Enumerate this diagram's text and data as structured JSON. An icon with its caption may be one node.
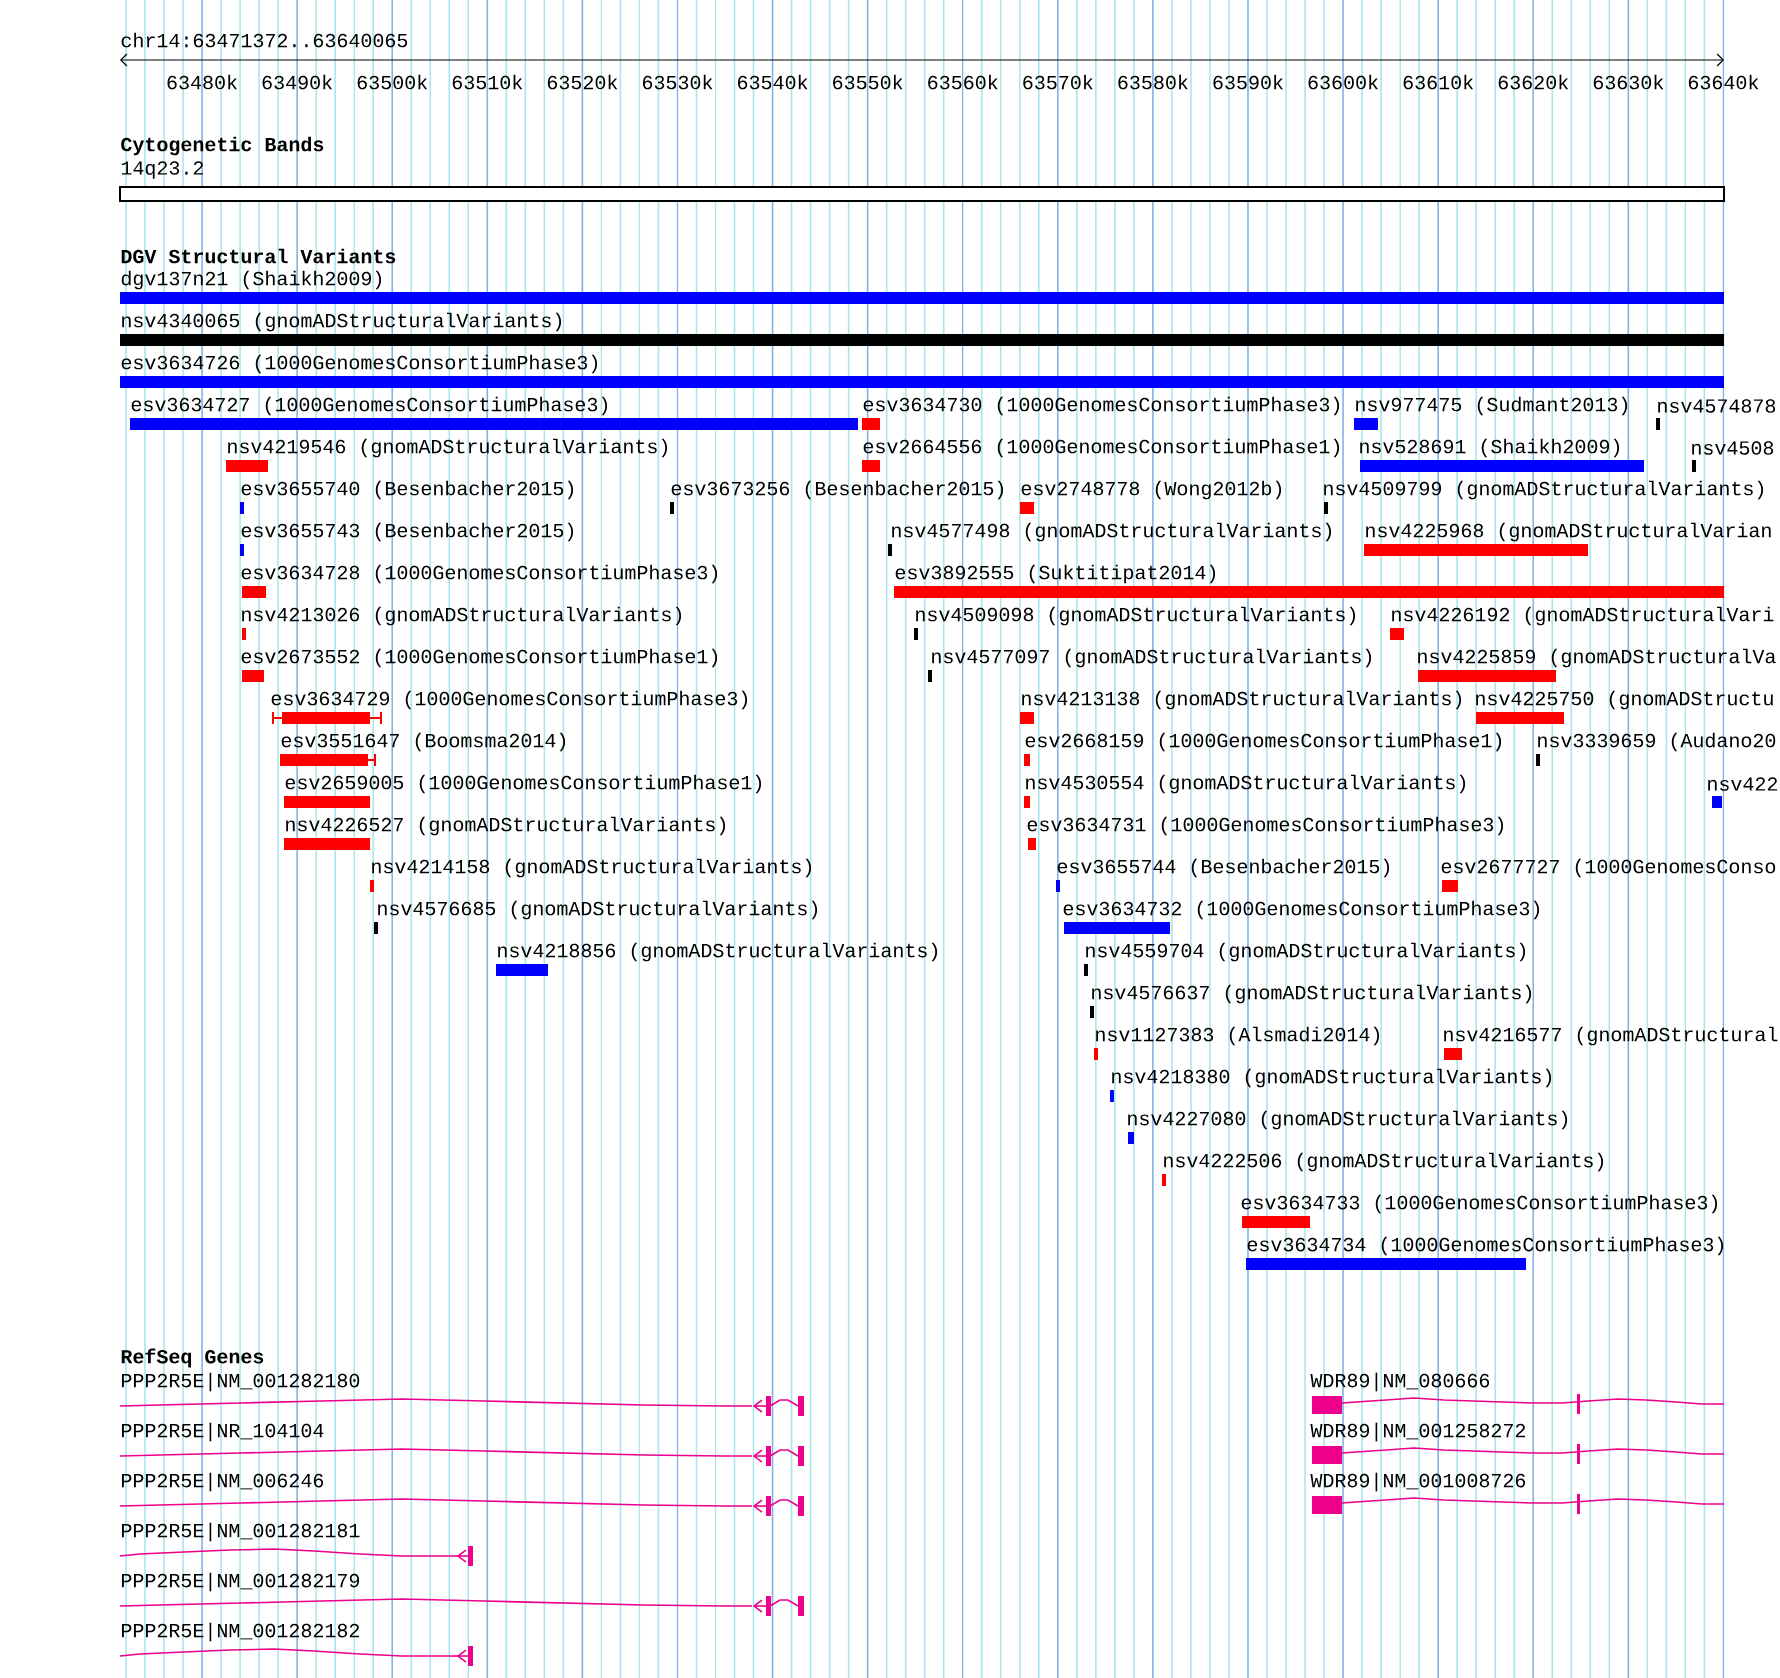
{
  "diagram": {
    "nodes": [
      {
        "text": [
          "14q23.2"
        ]
      },
      {
        "text": [
          "dgv137n21 (Shaikh2009)"
        ]
      },
      {
        "text": [
          "nsv4340065 (gnomADStructuralVariants)"
        ]
      },
      {
        "text": [
          "esv3634726 (1000GenomesConsortiumPhase3)"
        ]
      },
      {
        "text": [
          "esv3634727 (1000GenomesConsortiumPhase3)"
        ]
      },
      {
        "text": [
          "esv3634730 (1000GenomesConsortiumPhase3)"
        ]
      },
      {
        "text": [
          "nsv977475 (Sudmant2013)"
        ]
      },
      {
        "text": [
          "nsv4574878"
        ]
      },
      {
        "text": [
          "nsv4219546 (gnomADStructuralVariants)"
        ]
      },
      {
        "text": [
          "esv2664556 (1000GenomesConsortiumPhase1)"
        ]
      },
      {
        "text": [
          "nsv528691 (Shaikh2009)"
        ]
      },
      {
        "text": [
          "nsv4508"
        ]
      },
      {
        "text": [
          "esv3655740 (Besenbacher2015)"
        ]
      },
      {
        "text": [
          "esv3673256 (Besenbacher2015)"
        ]
      },
      {
        "text": [
          "esv2748778 (Wong2012b)"
        ]
      },
      {
        "text": [
          "nsv4509799 (gnomADStructuralVariants)"
        ]
      },
      {
        "text": [
          "esv3655743 (Besenbacher2015)"
        ]
      },
      {
        "text": [
          "nsv4577498 (gnomADStructuralVariants)"
        ]
      },
      {
        "text": [
          "nsv4225968 (gnomADStructuralVarian"
        ]
      },
      {
        "text": [
          "esv3634728 (1000GenomesConsortiumPhase3)"
        ]
      },
      {
        "text": [
          "esv3892555 (Suktitipat2014)"
        ]
      },
      {
        "text": [
          "nsv4213026 (gnomADStructuralVariants)"
        ]
      },
      {
        "text": [
          "nsv4509098 (gnomADStructuralVariants)"
        ]
      },
      {
        "text": [
          "nsv4226192 (gnomADStructuralVari"
        ]
      },
      {
        "text": [
          "esv2673552 (1000GenomesConsortiumPhase1)"
        ]
      },
      {
        "text": [
          "nsv4577097 (gnomADStructuralVariants)"
        ]
      },
      {
        "text": [
          "nsv4225859 (gnomADStructuralVa"
        ]
      },
      {
        "text": [
          "esv3634729 (1000GenomesConsortiumPhase3)"
        ]
      },
      {
        "text": [
          "nsv4213138 (gnomADStructuralVariants)"
        ]
      },
      {
        "text": [
          "nsv4225750 (gnomADStructu"
        ]
      },
      {
        "text": [
          "esv3551647 (Boomsma2014)"
        ]
      },
      {
        "text": [
          "esv2668159 (1000GenomesConsortiumPhase1)"
        ]
      },
      {
        "text": [
          "nsv3339659 (Audano20"
        ]
      },
      {
        "text": [
          "esv2659005 (1000GenomesConsortiumPhase1)"
        ]
      },
      {
        "text": [
          "nsv4530554 (gnomADStructuralVariants)"
        ]
      },
      {
        "text": [
          "nsv422"
        ]
      },
      {
        "text": [
          "nsv4226527 (gnomADStructuralVariants)"
        ]
      },
      {
        "text": [
          "esv3634731 (1000GenomesConsortiumPhase3)"
        ]
      },
      {
        "text": [
          "nsv4214158 (gnomADStructuralVariants)"
        ]
      },
      {
        "text": [
          "esv3655744 (Besenbacher2015)"
        ]
      },
      {
        "text": [
          "esv2677727 (1000GenomesConso"
        ]
      },
      {
        "text": [
          "nsv4576685 (gnomADStructuralVariants)"
        ]
      },
      {
        "text": [
          "esv3634732 (1000GenomesConsortiumPhase3)"
        ]
      },
      {
        "text": [
          "nsv4218856 (gnomADStructuralVariants)"
        ]
      },
      {
        "text": [
          "nsv4559704 (gnomADStructuralVariants)"
        ]
      },
      {
        "text": [
          "nsv4576637 (gnomADStructuralVariants)"
        ]
      },
      {
        "text": [
          "nsv1127383 (Alsmadi2014)"
        ]
      },
      {
        "text": [
          "nsv4216577 (gnomADStructural"
        ]
      },
      {
        "text": [
          "nsv4218380 (gnomADStructuralVariants)"
        ]
      },
      {
        "text": [
          "nsv4227080 (gnomADStructuralVariants)"
        ]
      },
      {
        "text": [
          "nsv4222506 (gnomADStructuralVariants)"
        ]
      },
      {
        "text": [
          "esv3634733 (1000GenomesConsortiumPhase3)"
        ]
      },
      {
        "text": [
          "esv3634734 (1000GenomesConsortiumPhase3)"
        ]
      },
      {
        "text": [
          "PPP2R5E|NM_001282180"
        ]
      },
      {
        "text": [
          "WDR89|NM_080666"
        ]
      },
      {
        "text": [
          "PPP2R5E|NR_104104"
        ]
      },
      {
        "text": [
          "WDR89|NM_001258272"
        ]
      },
      {
        "text": [
          "PPP2R5E|NM_006246"
        ]
      },
      {
        "text": [
          "WDR89|NM_001008726"
        ]
      },
      {
        "text": [
          "PPP2R5E|NM_001282181"
        ]
      },
      {
        "text": [
          "PPP2R5E|NM_001282179"
        ]
      },
      {
        "text": [
          "PPP2R5E|NM_001282182"
        ]
      }
    ],
    "labels": [
      "chr14:63471372..63640065",
      "63480k",
      "63490k",
      "63500k",
      "63510k",
      "63520k",
      "63530k",
      "63540k",
      "63550k",
      "63560k",
      "63570k",
      "63580k",
      "63590k",
      "63600k",
      "63610k",
      "63620k",
      "63630k",
      "63640k",
      "Cytogenetic Bands",
      "DGV Structural Variants",
      "RefSeq Genes"
    ]
  }
}
